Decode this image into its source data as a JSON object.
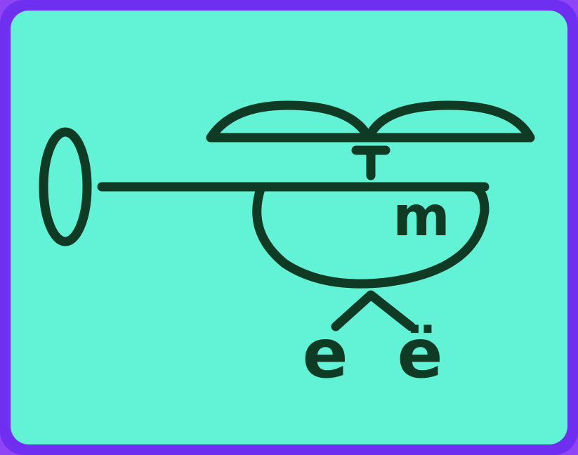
{
  "tile": {
    "frame_color": "#6f2ff0",
    "background_color": "#62f2d6",
    "ink_color": "#0f3a24"
  },
  "picture": {
    "icon": "helicopter-icon",
    "cabin_letter": "m",
    "left_wheel_letter": "e",
    "right_wheel_letter": "ë"
  }
}
